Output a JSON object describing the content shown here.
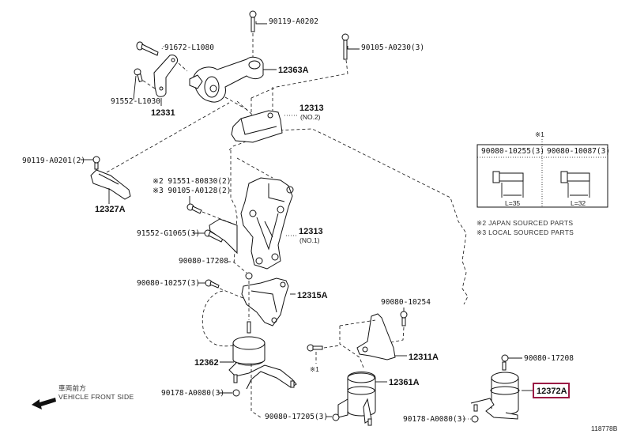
{
  "diagram": {
    "title_ref": "118778B",
    "highlight_color": "#9b1b45",
    "labels": {
      "p90119_A0202": "90119-A0202",
      "p91672_L1080": "91672-L1080",
      "p90105_A0230": "90105-A0230(3)",
      "p12363A": "12363A",
      "p91552_L1030": "91552-L1030",
      "p12331": "12331",
      "p12313_no2": "12313",
      "p12313_no2_sub": "(NO.2)",
      "p90119_A0201": "90119-A0201(2)",
      "p12327A": "12327A",
      "p91551_80830": "※2 91551-80830(2)",
      "p90105_A0128": "※3 90105-A0128(2)",
      "p91552_G1065": "91552-G1065(3)",
      "p12313_no1": "12313",
      "p12313_no1_sub": "(NO.1)",
      "p90080_17208_a": "90080-17208",
      "p90080_10257": "90080-10257(3)",
      "p12315A": "12315A",
      "p90080_10254": "90080-10254",
      "p12311A": "12311A",
      "p12362": "12362",
      "ref1": "※1",
      "p12361A": "12361A",
      "p90178_A0080_a": "90178-A0080(3)",
      "p90080_17205": "90080-17205(3)",
      "p90080_17208_b": "90080-17208",
      "p12372A": "12372A",
      "p90178_A0080_b": "90178-A0080(3)"
    },
    "inset": {
      "marker": "※1",
      "columns": [
        {
          "part": "90080-10255(3)",
          "length": "L=35"
        },
        {
          "part": "90080-10087(3)",
          "length": "L=32"
        }
      ],
      "notes": [
        "※2 JAPAN SOURCED PARTS",
        "※3 LOCAL SOURCED PARTS"
      ]
    },
    "direction": {
      "japanese": "車両前方",
      "english": "VEHICLE FRONT SIDE"
    }
  }
}
